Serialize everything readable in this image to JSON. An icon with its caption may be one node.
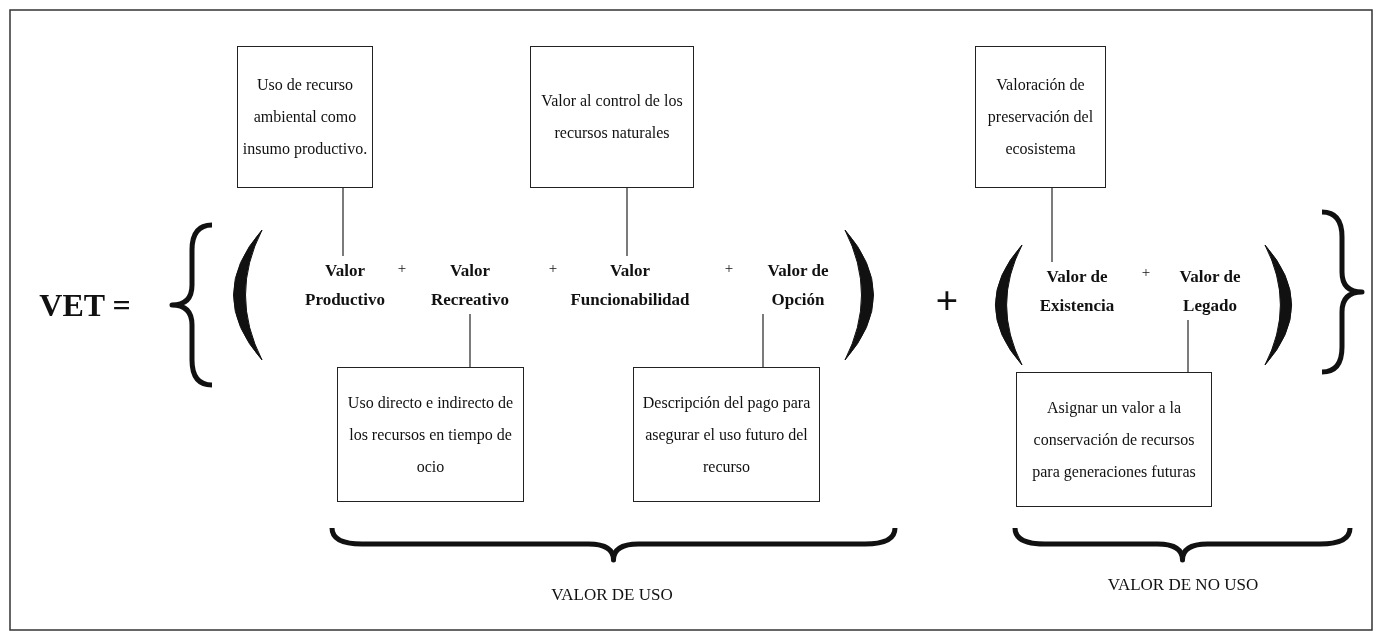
{
  "diagram": {
    "nodes": [
      {
        "text": [
          "Uso de recurso ambiental como insumo productivo."
        ]
      },
      {
        "text": [
          "Valor al control de los recursos naturales"
        ]
      },
      {
        "text": [
          "Valoración de preservación del ecosistema"
        ]
      },
      {
        "text": [
          "Valor Productivo"
        ]
      },
      {
        "text": [
          "Valor Recreativo"
        ]
      },
      {
        "text": [
          "Valor Funcionabilidad"
        ]
      },
      {
        "text": [
          "Valor de Opción"
        ]
      },
      {
        "text": [
          "Valor de Existencia"
        ]
      },
      {
        "text": [
          "Valor de Legado"
        ]
      },
      {
        "text": [
          "Uso directo e indirecto de los recursos en tiempo de ocio"
        ]
      },
      {
        "text": [
          "Descripción del pago para asegurar el uso futuro del recurso"
        ]
      },
      {
        "text": [
          "Asignar un valor a la conservación de recursos para generaciones futuras"
        ]
      }
    ],
    "edges": [
      {
        "from": 0,
        "to": 3,
        "arrow": "none"
      },
      {
        "from": 1,
        "to": 5,
        "arrow": "none"
      },
      {
        "from": 2,
        "to": 7,
        "arrow": "none"
      },
      {
        "from": 4,
        "to": 9,
        "arrow": "none"
      },
      {
        "from": 6,
        "to": 10,
        "arrow": "none"
      },
      {
        "from": 8,
        "to": 11,
        "arrow": "none"
      }
    ],
    "labels": [
      "VET =",
      "+",
      "+",
      "+",
      "+",
      "+",
      "VALOR DE USO",
      "VALOR DE NO USO"
    ]
  }
}
